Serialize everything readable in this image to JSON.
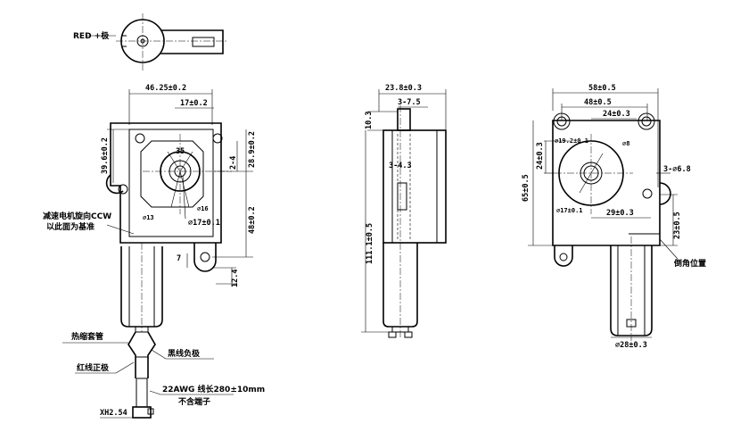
{
  "labels": {
    "red_plus": "RED +极",
    "ccw_note_1": "减速电机旋向CCW",
    "ccw_note_2": "以此面为基准",
    "heat_shrink": "热缩套管",
    "black_neg": "黑线负极",
    "red_pos": "红线正极",
    "awg_1": "22AWG 线长280±10mm",
    "awg_2": "不含端子",
    "xh": "XH2.54",
    "chamfer": "倒角位置"
  },
  "dims_front": {
    "width": "46.25±0.2",
    "top": "17±0.2",
    "left_h": "39.6±0.2",
    "angle": "35",
    "d_tol": "2-4",
    "v1": "28.9±0.2",
    "v2": "48±0.2",
    "shaft_bore": "⌀13",
    "boss": "⌀16",
    "d17": "⌀17±0.1",
    "seven": "7",
    "b124": "12.4"
  },
  "dims_side": {
    "top": "23.8±0.3",
    "h": "10.3",
    "slot": "3-7.5",
    "mid": "3-4.3",
    "total": "111.1±0.5"
  },
  "dims_right": {
    "w58": "58±0.5",
    "w48": "48±0.5",
    "w24": "24±0.3",
    "h24": "24±0.3",
    "d19": "⌀19.2±0.1",
    "d8": "⌀8",
    "hole": "3-⌀6.8",
    "h65": "65±0.5",
    "d17": "⌀17±0.1",
    "w29": "29±0.3",
    "h23": "23±0.5",
    "d28": "⌀28±0.3"
  }
}
